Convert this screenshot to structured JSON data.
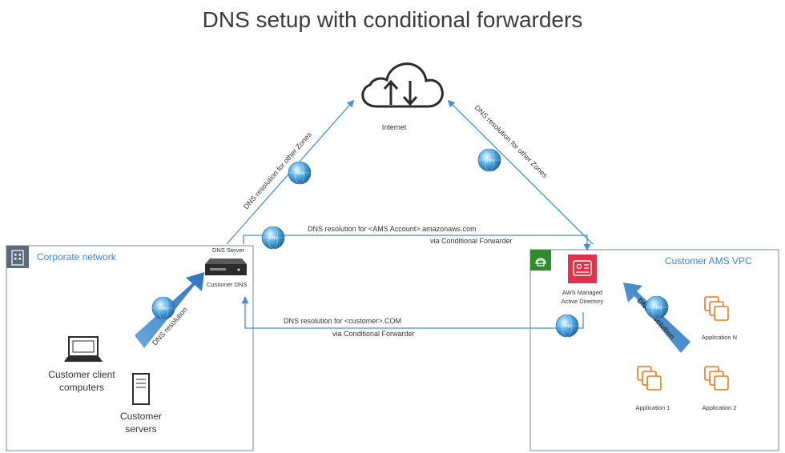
{
  "title": "DNS setup with conditional forwarders",
  "internet": {
    "label": "Internet"
  },
  "corporate": {
    "label": "Corporate network",
    "dns_server_label": "DNS Server",
    "customer_dns_label": "Customer DNS",
    "client_label_1": "Customer client",
    "client_label_2": "computers",
    "servers_label_1": "Customer",
    "servers_label_2": "servers",
    "dns_resolution_label": "DNS resolution"
  },
  "vpc": {
    "label": "Customer AMS VPC",
    "ad_label_1": "AWS Managed",
    "ad_label_2": "Active Directory",
    "dns_resolution_label": "DNS resolution",
    "apps": [
      "Application N",
      "Application 1",
      "Application 2"
    ]
  },
  "flows": {
    "left_diagonal": "DNS resolution for other Zones",
    "right_diagonal": "DNS resolution for other Zones",
    "top_line_1": "DNS resolution for <AMS Account>.amazonaws.com",
    "top_line_2": "via Conditional Forwarder",
    "bottom_line_1": "DNS resolution for <customer>.COM",
    "bottom_line_2": "via Conditional Forwarder"
  },
  "globe_label": "DNS",
  "colors": {
    "arrow_blue": "#4a8fd0",
    "box_border": "#7a8a99",
    "aws_red": "#dd344c",
    "app_orange": "#e8781f",
    "vpc_green": "#2e8b2e",
    "vpc_label": "#3f86c8"
  }
}
